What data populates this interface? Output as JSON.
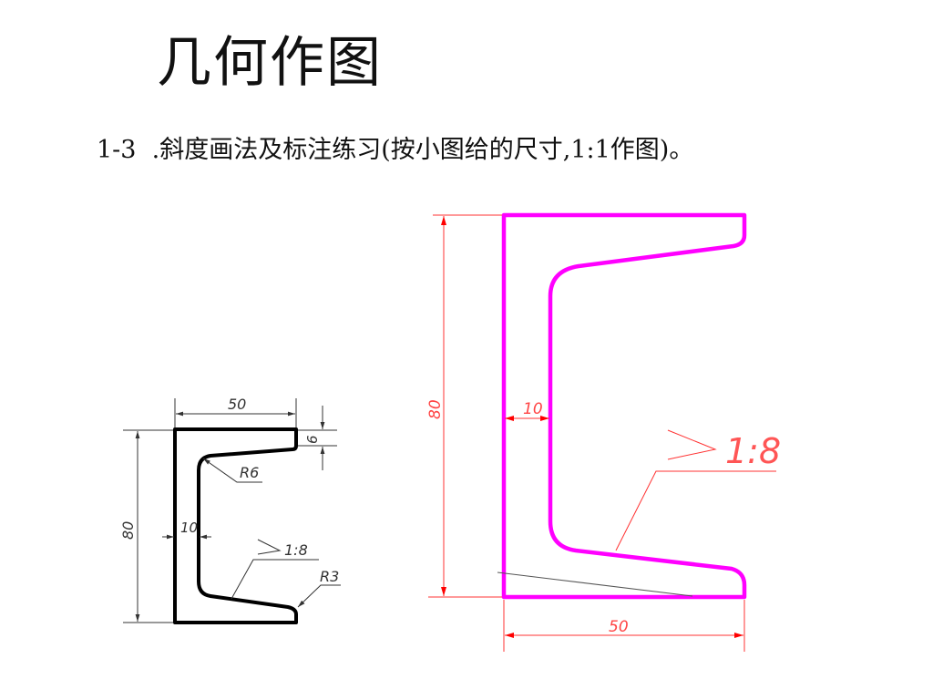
{
  "title": "几何作图",
  "subtitle": "1-3  .斜度画法及标注练习(按小图给的尺寸,1:1作图)。",
  "small_drawing": {
    "dim_width": "50",
    "dim_height": "80",
    "dim_flange": "6",
    "dim_web": "10",
    "radius_inner": "R6",
    "radius_tip": "R3",
    "slope": "1:8"
  },
  "large_drawing": {
    "dim_width": "50",
    "dim_height": "80",
    "dim_web": "10",
    "slope_ratio": "1:8"
  },
  "colors": {
    "profile_small": "#000000",
    "profile_large": "#ff00ff",
    "dimension_small": "#555555",
    "dimension_large": "#ff3333"
  }
}
